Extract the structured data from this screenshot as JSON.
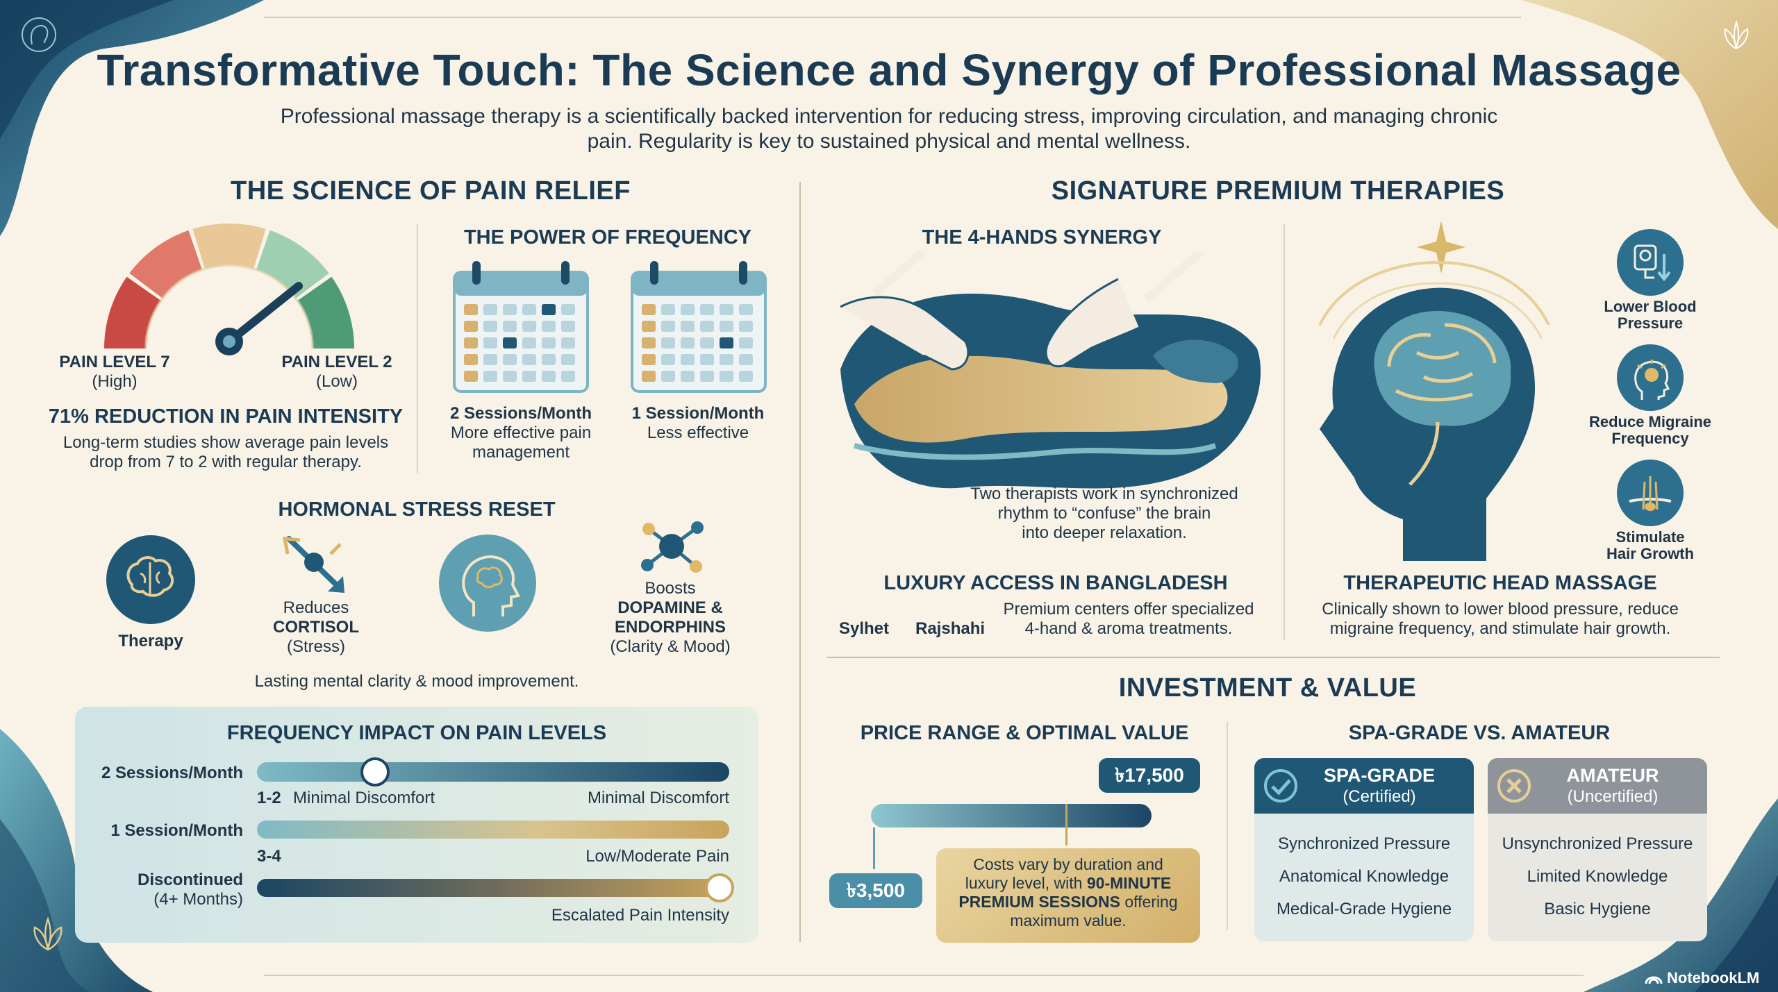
{
  "header": {
    "title": "Transformative Touch: The Science and Synergy of Professional Massage",
    "subtitle_line1": "Professional massage therapy is a scientifically backed intervention for reducing stress, improving circulation, and managing chronic",
    "subtitle_line2": "pain. Regularity is key to sustained physical and mental wellness."
  },
  "science": {
    "heading": "THE SCIENCE OF PAIN RELIEF",
    "gauge": {
      "high_label": "PAIN LEVEL 7",
      "high_sub": "(High)",
      "low_label": "PAIN LEVEL 2",
      "low_sub": "(Low)",
      "colors": [
        "#c94a45",
        "#e0796a",
        "#e9c796",
        "#9dcfb0",
        "#4f9b78"
      ]
    },
    "stat": "71% REDUCTION IN PAIN INTENSITY",
    "stat_desc_line1": "Long-term studies show average pain levels",
    "stat_desc_line2": "drop from 7 to 2 with regular therapy."
  },
  "frequency": {
    "heading": "THE POWER OF FREQUENCY",
    "cal1_title": "2 Sessions/Month",
    "cal1_desc_line1": "More effective pain",
    "cal1_desc_line2": "management",
    "cal2_title": "1 Session/Month",
    "cal2_desc": "Less effective"
  },
  "hormonal": {
    "heading": "HORMONAL STRESS RESET",
    "therapy_label": "Therapy",
    "reduces": "Reduces",
    "cortisol": "CORTISOL",
    "stress": "(Stress)",
    "boosts": "Boosts",
    "dopamine": "DOPAMINE &",
    "endorphins": "ENDORPHINS",
    "clarity": "(Clarity & Mood)",
    "footer": "Lasting mental clarity & mood improvement."
  },
  "impact": {
    "heading": "FREQUENCY IMPACT ON PAIN LEVELS",
    "rows": [
      {
        "label": "2 Sessions/Month",
        "range": "1-2",
        "left_note": "Minimal Discomfort",
        "right_note": "Minimal Discomfort",
        "marker": 0.25
      },
      {
        "label": "1 Session/Month",
        "range": "3-4",
        "right_note": "Low/Moderate Pain"
      },
      {
        "label": "Discontinued",
        "label2": "(4+ Months)",
        "right_note": "Escalated Pain Intensity",
        "marker": 0.98
      }
    ]
  },
  "premium": {
    "heading": "SIGNATURE PREMIUM THERAPIES",
    "four_hands_heading": "THE 4-HANDS SYNERGY",
    "four_hands_desc1": "Two therapists work in synchronized",
    "four_hands_desc2": "rhythm to “confuse” the brain",
    "four_hands_desc3": "into deeper relaxation.",
    "luxury_heading": "LUXURY ACCESS IN BANGLADESH",
    "city1": "Sylhet",
    "city2": "Rajshahi",
    "luxury_desc1": "Premium centers offer specialized",
    "luxury_desc2": "4-hand & aroma treatments.",
    "head_heading": "THERAPEUTIC HEAD MASSAGE",
    "head_desc1": "Clinically shown to lower blood pressure, reduce",
    "head_desc2": "migraine frequency, and stimulate hair growth.",
    "benefits": [
      {
        "l1": "Lower Blood",
        "l2": "Pressure",
        "icon": "blood-pressure-icon"
      },
      {
        "l1": "Reduce Migraine",
        "l2": "Frequency",
        "icon": "migraine-icon"
      },
      {
        "l1": "Stimulate",
        "l2": "Hair Growth",
        "icon": "hair-follicle-icon"
      }
    ]
  },
  "investment": {
    "heading": "INVESTMENT & VALUE",
    "price_heading": "PRICE RANGE & OPTIMAL VALUE",
    "max_price": "৳17,500",
    "min_price": "৳3,500",
    "note1": "Costs vary by duration and",
    "note2": "luxury level, with",
    "note_bold1": "90-MINUTE",
    "note_bold2": "PREMIUM SESSIONS",
    "note3": "offering",
    "note4": "maximum value.",
    "compare_heading": "SPA-GRADE VS. AMATEUR",
    "spa": {
      "title": "SPA-GRADE",
      "sub": "(Certified)",
      "items": [
        "Synchronized Pressure",
        "Anatomical Knowledge",
        "Medical-Grade Hygiene"
      ]
    },
    "amateur": {
      "title": "AMATEUR",
      "sub": "(Uncertified)",
      "items": [
        "Unsynchronized Pressure",
        "Limited Knowledge",
        "Basic Hygiene"
      ]
    }
  },
  "brand": "NotebookLM"
}
